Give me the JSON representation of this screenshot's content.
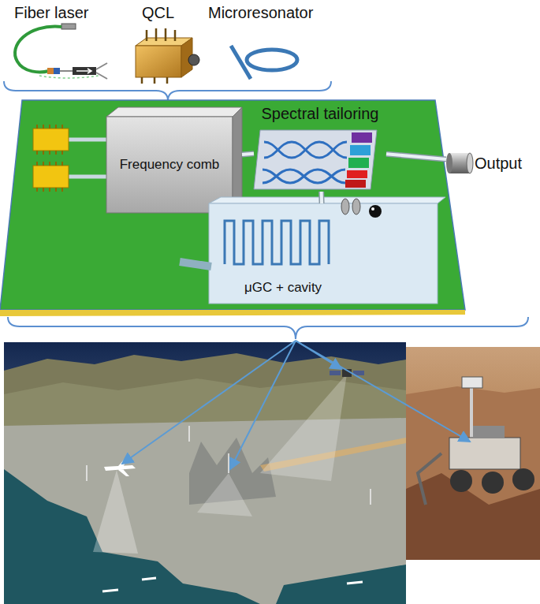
{
  "diagram": {
    "nodes": [
      {
        "text": [
          "Frequency comb"
        ]
      },
      {
        "text": [
          "Spectral tailoring"
        ]
      },
      {
        "text": [
          "Output"
        ]
      },
      {
        "text": [
          "μGC + cavity"
        ]
      }
    ],
    "edges": [
      {
        "from": 0,
        "to": 1,
        "arrow": "none"
      },
      {
        "from": 1,
        "to": 2,
        "arrow": "none"
      },
      {
        "from": 1,
        "to": 3,
        "arrow": "none"
      }
    ],
    "labels": [
      "Fiber laser",
      "QCL",
      "Microresonator"
    ]
  }
}
